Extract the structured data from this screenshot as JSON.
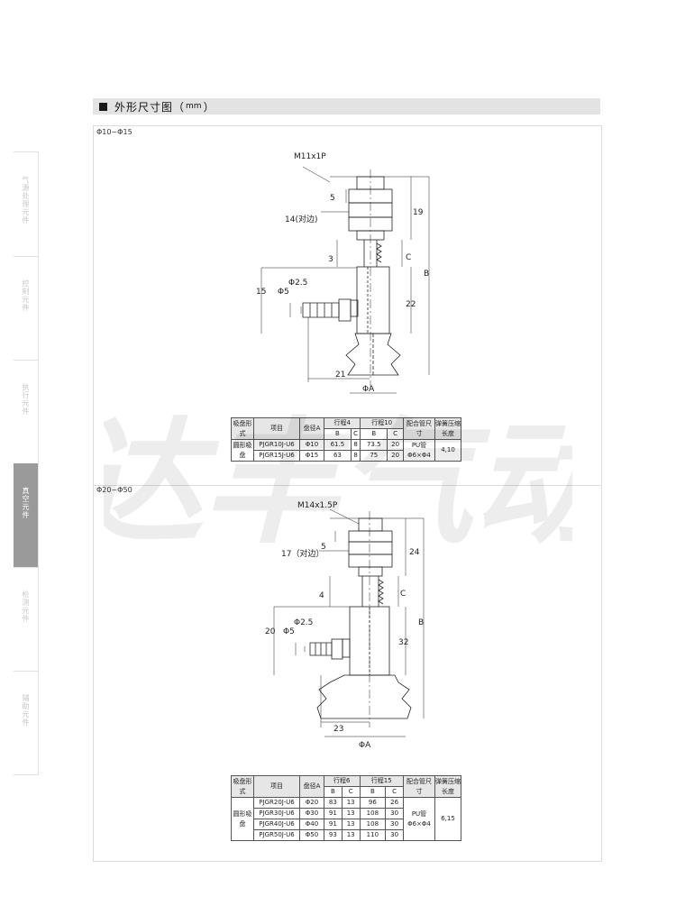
{
  "sidenav": {
    "items": [
      {
        "label": "气源处理元件",
        "active": false
      },
      {
        "label": "控制元件",
        "active": false
      },
      {
        "label": "执行元件",
        "active": false
      },
      {
        "label": "真空元件",
        "active": true
      },
      {
        "label": "检测元件",
        "active": false
      },
      {
        "label": "辅助元件",
        "active": false
      }
    ]
  },
  "header": {
    "title": "外形尺寸图",
    "unit": "mm",
    "paren_open": "（",
    "paren_close": "）"
  },
  "watermark": "达丰气动",
  "panel1": {
    "title": "Φ10~Φ15",
    "dims": {
      "thread": "M11x1P",
      "across_flats": "14(对边)",
      "d5": "5",
      "d19": "19",
      "d3": "3",
      "c": "C",
      "b": "B",
      "d15": "15",
      "phi5": "Φ5",
      "phi25": "Φ2.5",
      "d22": "22",
      "d21": "21",
      "phiA": "ΦA"
    },
    "table": {
      "h_type": "吸盘形式",
      "h_item": "项目",
      "h_dia": "盘径A",
      "h_stroke_a": "行程4",
      "h_stroke_b": "行程10",
      "h_pipe": "配合管尺寸",
      "h_spring": "弹簧压缩长度",
      "sub": [
        "B",
        "C",
        "B",
        "C"
      ],
      "shape": "圆形吸盘",
      "rows": [
        {
          "item": "PJGR10J-U6",
          "dia": "Φ10",
          "b1": "61.5",
          "c1": "8",
          "b2": "73.5",
          "c2": "20"
        },
        {
          "item": "PJGR15J-U6",
          "dia": "Φ15",
          "b1": "63",
          "c1": "8",
          "b2": "75",
          "c2": "20"
        }
      ],
      "pipe": "PU管 Φ6×Φ4",
      "spring": "4,10"
    }
  },
  "panel2": {
    "title": "Φ20~Φ50",
    "dims": {
      "thread": "M14x1.5P",
      "across_flats": "17（对边）",
      "d5": "5",
      "d24": "24",
      "d4": "4",
      "c": "C",
      "b": "B",
      "d20": "20",
      "phi5": "Φ5",
      "phi25": "Φ2.5",
      "d32": "32",
      "d23": "23",
      "phiA": "ΦA"
    },
    "table": {
      "h_type": "吸盘形式",
      "h_item": "项目",
      "h_dia": "盘径A",
      "h_stroke_a": "行程6",
      "h_stroke_b": "行程15",
      "h_pipe": "配合管尺寸",
      "h_spring": "弹簧压缩长度",
      "sub": [
        "B",
        "C",
        "B",
        "C"
      ],
      "shape": "圆形吸盘",
      "rows": [
        {
          "item": "PJGR20J-U6",
          "dia": "Φ20",
          "b1": "83",
          "c1": "13",
          "b2": "96",
          "c2": "26"
        },
        {
          "item": "PJGR30J-U6",
          "dia": "Φ30",
          "b1": "91",
          "c1": "13",
          "b2": "108",
          "c2": "30"
        },
        {
          "item": "PJGR40J-U6",
          "dia": "Φ40",
          "b1": "91",
          "c1": "13",
          "b2": "108",
          "c2": "30"
        },
        {
          "item": "PJGR50J-U6",
          "dia": "Φ50",
          "b1": "93",
          "c1": "13",
          "b2": "110",
          "c2": "30"
        }
      ],
      "pipe": "PU管 Φ6×Φ4",
      "spring": "6,15"
    }
  }
}
